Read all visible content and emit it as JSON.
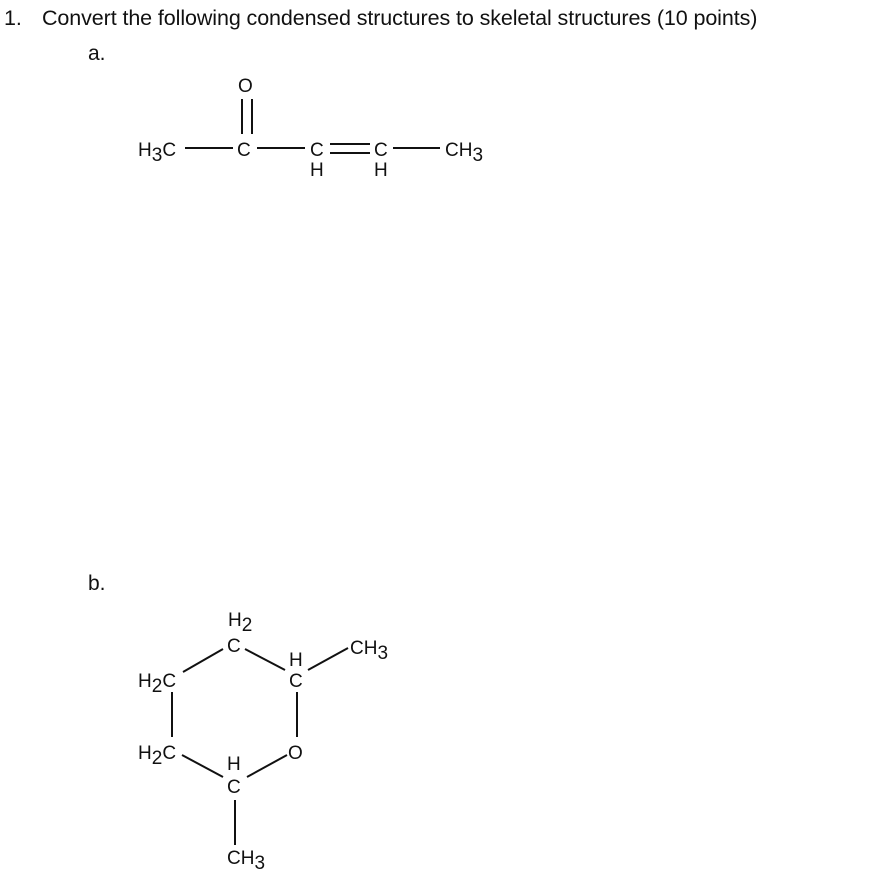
{
  "question": {
    "number": "1.",
    "text": "Convert the following condensed structures to skeletal structures (10 points)"
  },
  "parts": [
    {
      "label": "a.",
      "atoms": {
        "ch3_left": "H",
        "ch3_left_sub": "3",
        "ch3_left_c": "C",
        "c_carbonyl": "C",
        "o_carbonyl": "O",
        "c_alkene1": "C",
        "h_alkene1": "H",
        "c_alkene2": "C",
        "h_alkene2": "H",
        "ch3_right": "CH",
        "ch3_right_sub": "3"
      }
    },
    {
      "label": "b.",
      "atoms": {
        "h2_top": "H",
        "h2_top_sub": "2",
        "c_top": "C",
        "h2c_upper": "H",
        "h2c_upper_sub": "2",
        "h2c_upper_c": "C",
        "h2c_lower": "H",
        "h2c_lower_sub": "2",
        "h2c_lower_c": "C",
        "h_right": "H",
        "c_right": "C",
        "ch3_right": "CH",
        "ch3_right_sub": "3",
        "o_ring": "O",
        "h_bottom": "H",
        "c_bottom": "C",
        "ch3_bottom": "CH",
        "ch3_bottom_sub": "3"
      }
    }
  ]
}
